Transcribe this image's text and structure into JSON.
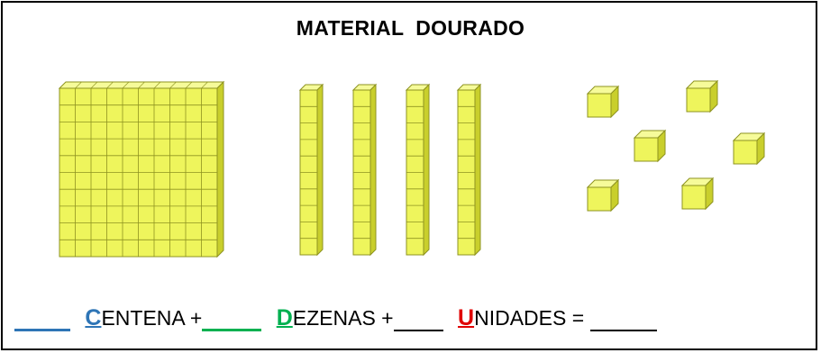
{
  "title": "MATERIAL  DOURADO",
  "colors": {
    "block_fill": "#eef55c",
    "block_top": "#f6fb9a",
    "block_side": "#c9cf2c",
    "block_stroke": "#8e9320",
    "centena": "#2e75b6",
    "dezenas": "#00b050",
    "unidades": "#e00000"
  },
  "blocks": {
    "placas": 1,
    "barras": 4,
    "cubos": 6
  },
  "formula": {
    "centena_initial": "C",
    "centena_rest": "ENTENA +",
    "dezenas_initial": "D",
    "dezenas_rest": "EZENAS +",
    "unidades_initial": "U",
    "unidades_rest": "NIDADES =",
    "blank": "_____"
  }
}
